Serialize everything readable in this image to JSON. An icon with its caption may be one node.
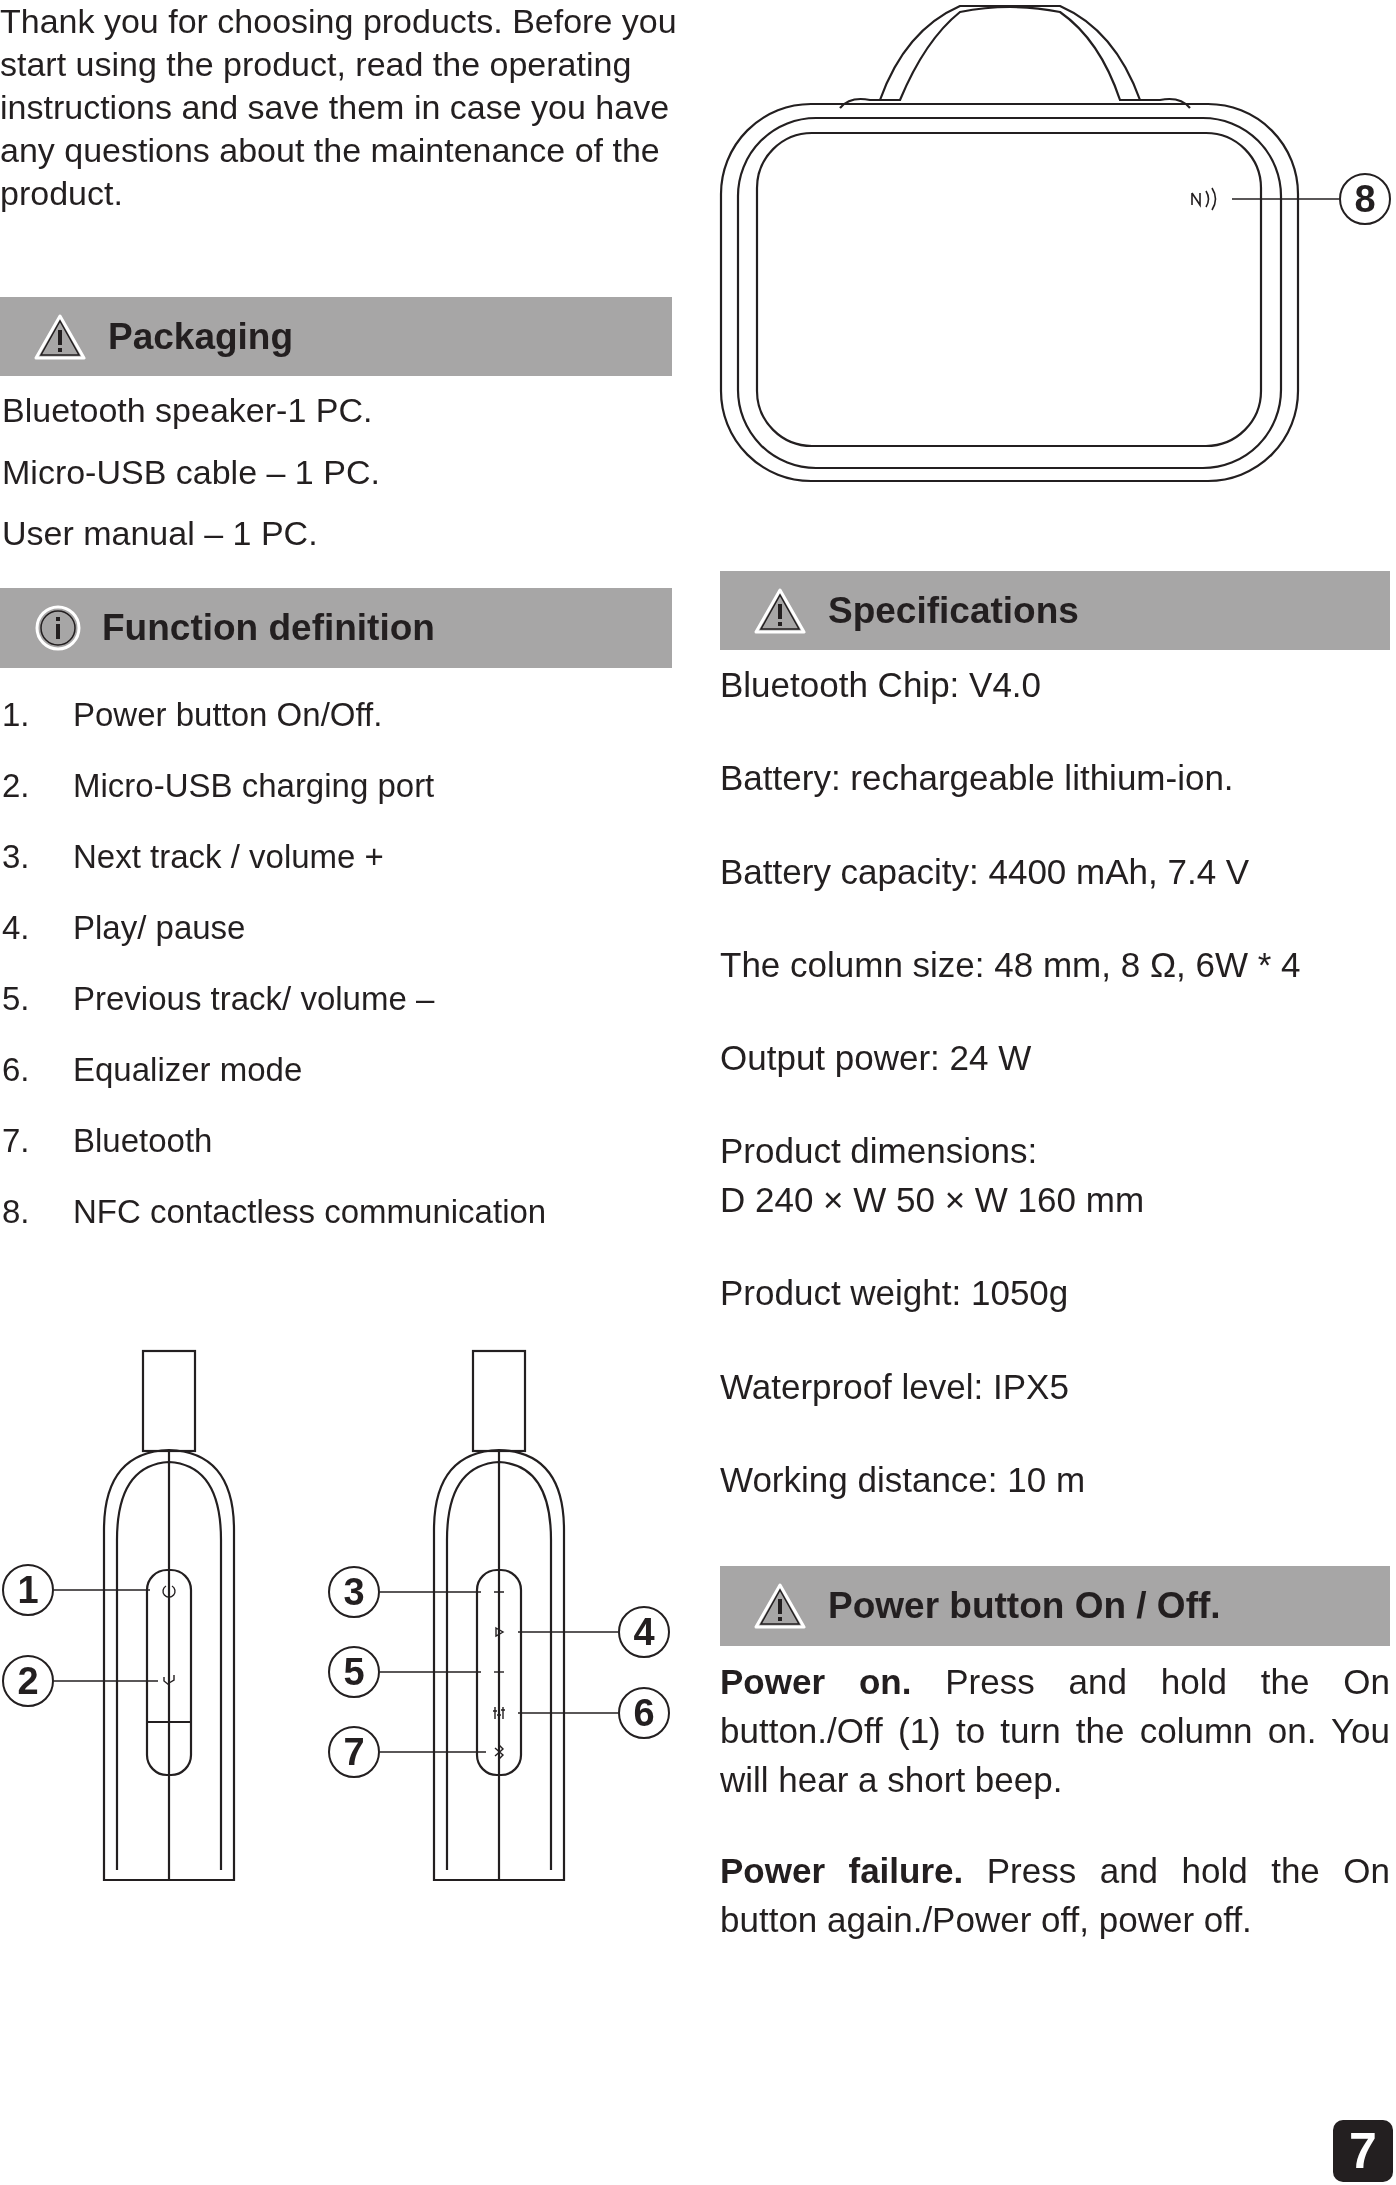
{
  "diagram": {
    "nodes": [
      {
        "text": [
          "Packaging"
        ]
      },
      {
        "text": [
          "Function definition"
        ]
      },
      {
        "text": [
          "1"
        ]
      },
      {
        "text": [
          "2"
        ]
      },
      {
        "text": [
          "3"
        ]
      },
      {
        "text": [
          "4"
        ]
      },
      {
        "text": [
          "5"
        ]
      },
      {
        "text": [
          "6"
        ]
      },
      {
        "text": [
          "7"
        ]
      },
      {
        "text": [
          "8"
        ]
      },
      {
        "text": [
          "Specifications"
        ]
      },
      {
        "text": [
          "Power button On / Off."
        ]
      },
      {
        "text": [
          "7"
        ]
      }
    ],
    "edges": [
      {
        "from": 2,
        "to": null,
        "arrow": "none"
      },
      {
        "from": 3,
        "to": null,
        "arrow": "none"
      },
      {
        "from": 4,
        "to": null,
        "arrow": "none"
      },
      {
        "from": 5,
        "to": null,
        "arrow": "none"
      },
      {
        "from": 6,
        "to": null,
        "arrow": "none"
      },
      {
        "from": 7,
        "to": null,
        "arrow": "none"
      },
      {
        "from": 8,
        "to": null,
        "arrow": "none"
      },
      {
        "from": 9,
        "to": null,
        "arrow": "none"
      }
    ],
    "labels": [
      "Thank you for choosing products. Before you start using the product, read the operating instructions and save them in case you have any questions about the maintenance of the product.",
      "Bluetooth speaker-1 PC.",
      "Micro-USB cable – 1 PC.",
      "User manual – 1 PC.",
      "1.",
      "Power button On/Off.",
      "2.",
      "Micro-USB charging port",
      "3.",
      "Next track / volume +",
      "4.",
      "Play/ pause",
      "5.",
      "Previous track/ volume –",
      "6.",
      "Equalizer mode",
      "7.",
      "Bluetooth",
      "8.",
      "NFC contactless communication",
      "Bluetooth Chip: V4.0",
      "Battery: rechargeable lithium-ion.",
      "Battery capacity: 4400 mAh, 7.4 V",
      "The column size: 48 mm, 8 Ω, 6W * 4",
      "Output power: 24 W",
      "Product dimensions:",
      "D 240 × W 50 × W 160 mm",
      "Product weight: 1050g",
      "Waterproof level: IPX5",
      "Working distance: 10 m",
      "**Power on.** Press and hold the On button./Off (1) to turn the column on. You will hear a short beep.",
      "**Power failure.** Press and hold the On button again./Power off, power off."
    ]
  }
}
